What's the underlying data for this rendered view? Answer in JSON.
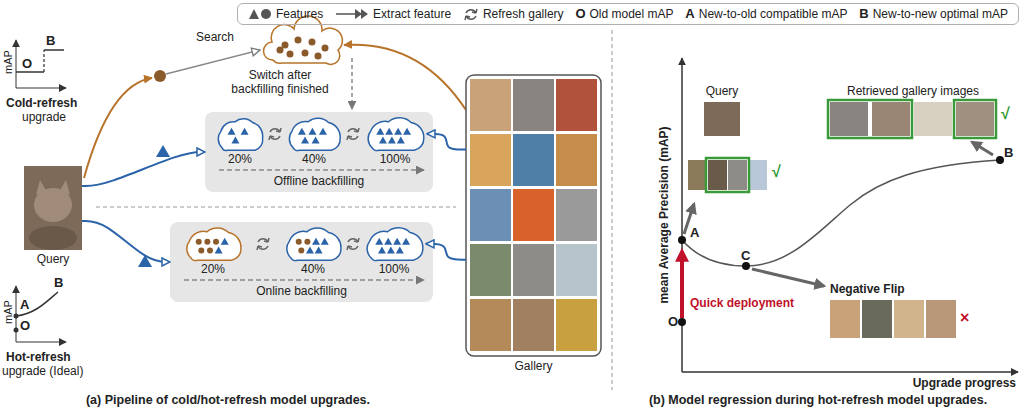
{
  "diagram": {
    "nodes": [
      {
        "text": [
          "Query"
        ]
      },
      {
        "text": [
          "Offline backfilling"
        ]
      },
      {
        "text": [
          "20%"
        ],
        "in": 1
      },
      {
        "text": [
          "40%"
        ],
        "in": 1
      },
      {
        "text": [
          "100%"
        ],
        "in": 1
      },
      {
        "text": [
          "Online backfilling"
        ]
      },
      {
        "text": [
          "20%"
        ],
        "in": 5
      },
      {
        "text": [
          "40%"
        ],
        "in": 5
      },
      {
        "text": [
          "100%"
        ],
        "in": 5
      },
      {
        "text": [
          "Gallery"
        ]
      },
      {
        "text": [
          "Query"
        ]
      },
      {
        "text": [
          "Retrieved gallery images"
        ]
      }
    ],
    "edges": [
      {
        "from": 0,
        "to": 1,
        "arrow": "to"
      },
      {
        "from": 0,
        "to": 5,
        "arrow": "to"
      },
      {
        "from": 9,
        "to": 4,
        "arrow": "to"
      },
      {
        "from": 9,
        "to": 8,
        "arrow": "to"
      }
    ],
    "labels": [
      "O",
      "A",
      "B",
      "mAP",
      "O",
      "B",
      "Cold-refresh",
      "upgrade",
      "mAP",
      "A",
      "O",
      "B",
      "Hot-refresh",
      "upgrade (Ideal)",
      "Search",
      "Switch after backfilling finished",
      "(a) Pipeline of cold/hot-refresh model upgrades.",
      "mean Average Precision (mAP)",
      "Upgrade progress",
      "A",
      "C",
      "B",
      "O",
      "Quick deployment",
      "Negative Flip",
      "√",
      "√",
      "×",
      "(b) Model regression during hot-refresh model upgrades."
    ],
    "legend": [
      {
        "text": "Features"
      },
      {
        "text": "Extract feature"
      },
      {
        "text": "Refresh gallery"
      },
      {
        "text": "Old model mAP"
      },
      {
        "text": "New-to-old compatible mAP"
      },
      {
        "text": "New-to-new optimal mAP"
      }
    ]
  }
}
